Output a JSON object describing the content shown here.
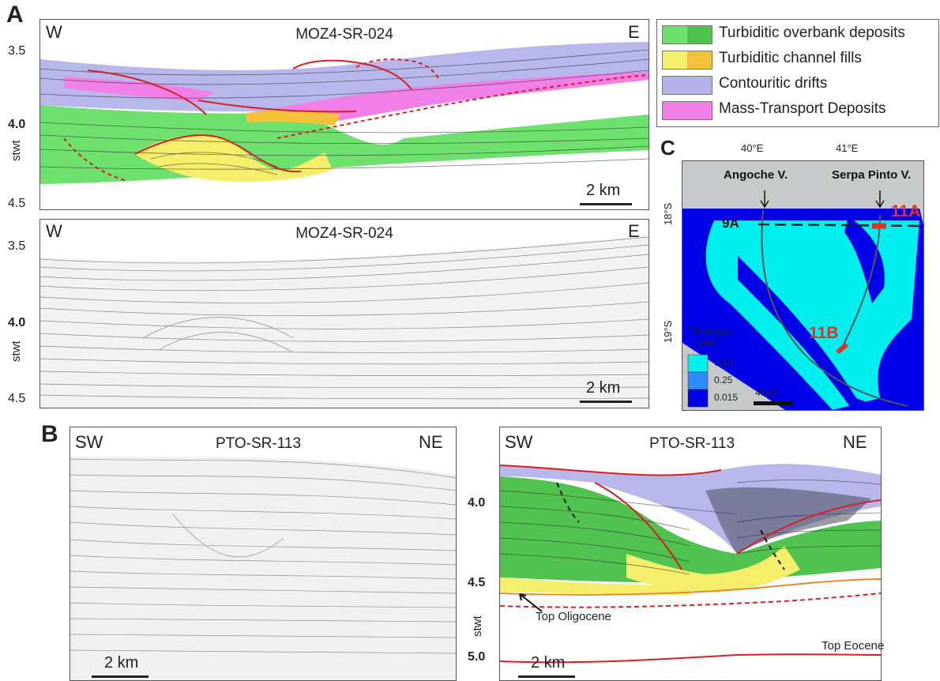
{
  "panel_a": {
    "letter": "A",
    "top": {
      "title": "MOZ4-SR-024",
      "west": "W",
      "east": "E",
      "ticks": [
        "3.5",
        "4.0",
        "4.5"
      ],
      "unit": "stwt",
      "scale": "2 km"
    },
    "bottom": {
      "title": "MOZ4-SR-024",
      "west": "W",
      "east": "E",
      "ticks": [
        "3.5",
        "4.0",
        "4.5"
      ],
      "unit": "stwt",
      "scale": "2 km"
    }
  },
  "legend": [
    {
      "label": "Turbiditic overbank deposits",
      "colors": [
        "#6ee06e",
        "#4fc24f"
      ]
    },
    {
      "label": "Turbiditic channel fills",
      "colors": [
        "#f4ee6a",
        "#f2c23a"
      ]
    },
    {
      "label": "Contouritic drifts",
      "colors": [
        "#b3b3ea",
        "#b3b3ea"
      ]
    },
    {
      "label": "Mass-Transport Deposits",
      "colors": [
        "#f080e8",
        "#f080e8"
      ]
    }
  ],
  "panel_c": {
    "letter": "C",
    "lon_ticks": [
      "40°E",
      "41°E"
    ],
    "lat_ticks": [
      "18°S",
      "19°S"
    ],
    "angoche": "Angoche V.",
    "serpa": "Serpa Pinto V.",
    "label_9a": "9A",
    "label_11a": "11A",
    "label_11b": "11B",
    "thickness_title": "Thickness",
    "thickness_unit": "(stwt)",
    "thickness_values": [
      "0.50",
      "0.25",
      "0.015"
    ],
    "scale": "40 km",
    "colors": {
      "high": "#00f0f0",
      "mid": "#2a8cff",
      "low": "#0000e6",
      "land": "#c7cacb"
    }
  },
  "panel_b": {
    "letter": "B",
    "left": {
      "title": "PTO-SR-113",
      "west": "SW",
      "east": "NE",
      "scale": "2 km"
    },
    "right": {
      "title": "PTO-SR-113",
      "west": "SW",
      "east": "NE",
      "scale": "2 km",
      "oligocene": "Top Oligocene",
      "eocene": "Top Eocene"
    },
    "ticks": [
      "4.0",
      "4.5",
      "5.0"
    ],
    "unit": "stwt"
  }
}
